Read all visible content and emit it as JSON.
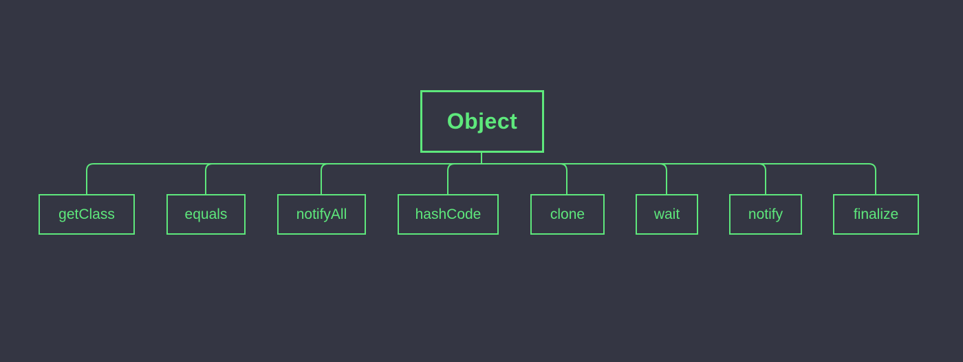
{
  "diagram": {
    "colors": {
      "background": "#343643",
      "accent": "#5ee87c"
    },
    "root": {
      "label": "Object"
    },
    "children": [
      {
        "label": "getClass"
      },
      {
        "label": "equals"
      },
      {
        "label": "notifyAll"
      },
      {
        "label": "hashCode"
      },
      {
        "label": "clone"
      },
      {
        "label": "wait"
      },
      {
        "label": "notify"
      },
      {
        "label": "finalize"
      }
    ]
  }
}
